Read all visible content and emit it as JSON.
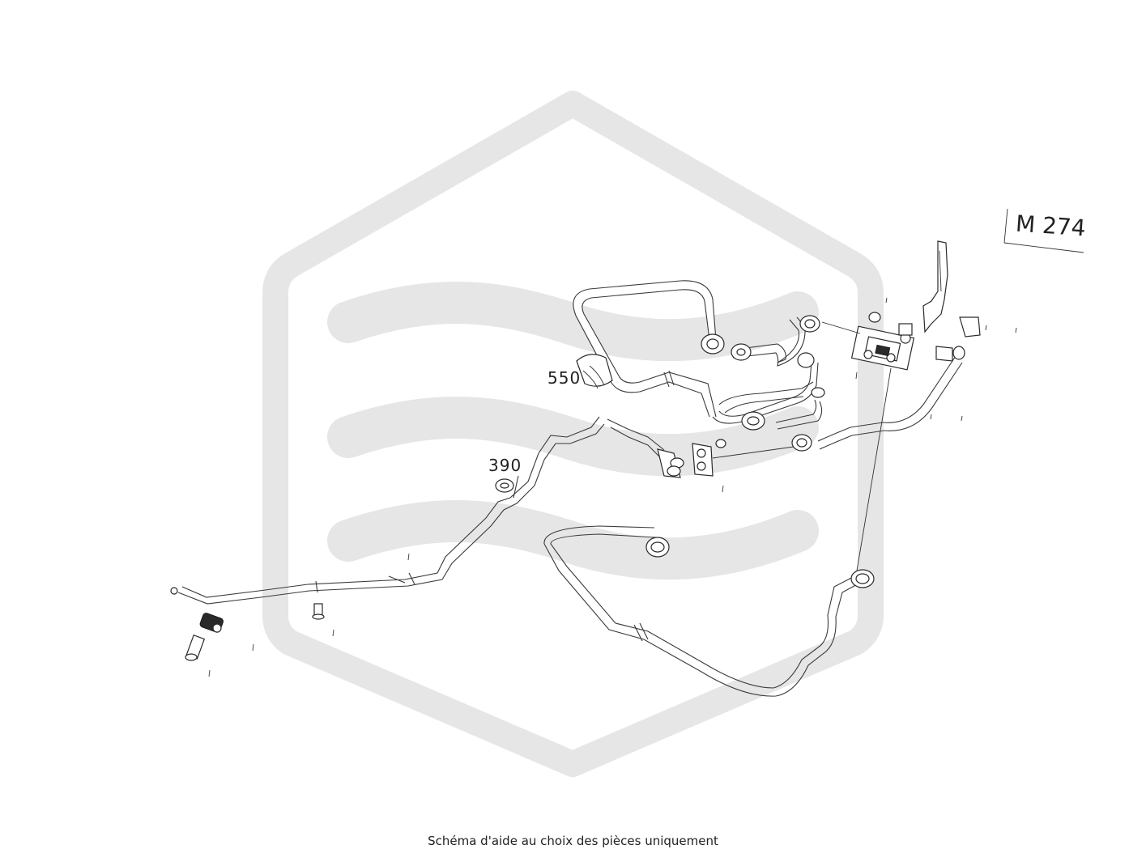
{
  "diagram": {
    "model": "M 274",
    "callouts": [
      {
        "id": "550",
        "label": "550"
      },
      {
        "id": "390",
        "label": "390"
      }
    ]
  },
  "caption": "Schéma d'aide au choix des pièces uniquement",
  "colors": {
    "watermark": "#e6e6e6",
    "line": "#2a2a2a",
    "background": "#ffffff"
  }
}
